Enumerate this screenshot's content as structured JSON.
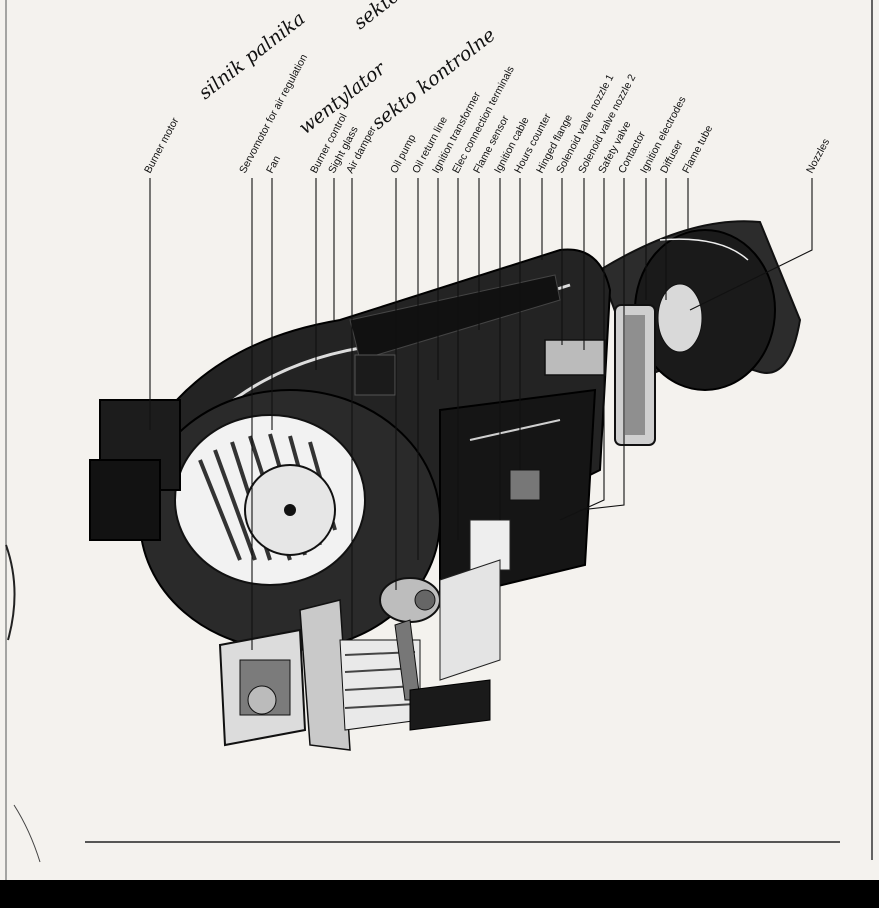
{
  "handwritten_notes": [
    "silnik palnika",
    "sekto kontrolne",
    "wentylator",
    "sekto kontrolne"
  ],
  "parts": [
    "Burner motor",
    "Servomotor for air regulation",
    "Fan",
    "Burner control",
    "Sight glass",
    "Air damper",
    "Oil pump",
    "Oil return line",
    "Ignition transformer",
    "Elec connection terminals",
    "Flame sensor",
    "Ignition cable",
    "Hours counter",
    "Hinged flange",
    "Solenoid valve nozzle 1",
    "Solenoid valve nozzle 2",
    "Safety valve",
    "Contactor",
    "Ignition electrodes",
    "Diffuser",
    "Flame tube",
    "Nozzles"
  ]
}
